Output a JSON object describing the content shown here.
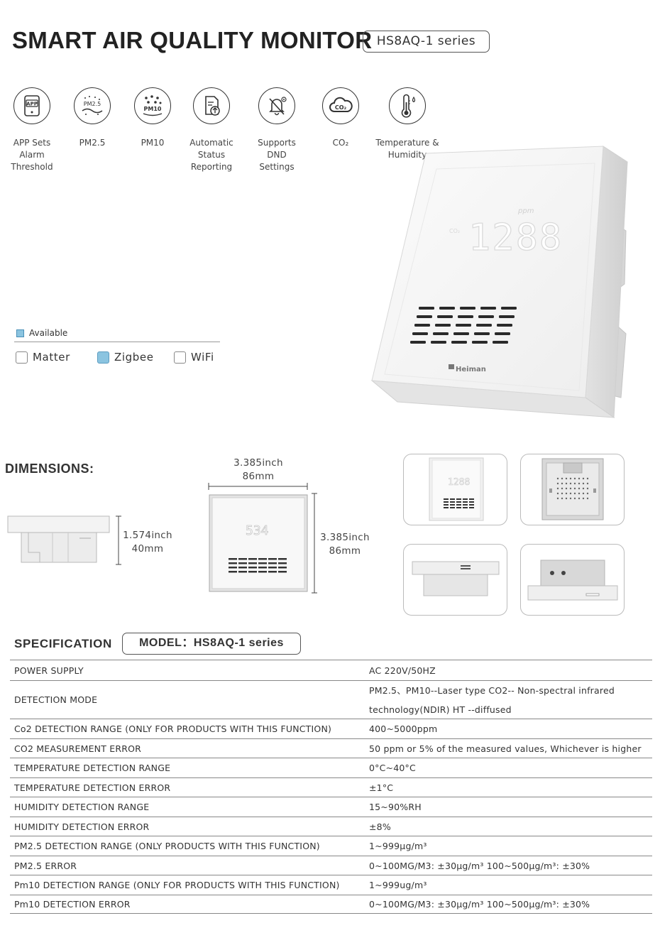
{
  "header": {
    "title": "SMART AIR QUALITY MONITOR",
    "series": "HS8AQ-1  series"
  },
  "features": [
    {
      "icon": "app-phone-icon",
      "label": "APP Sets\nAlarm\nThreshold",
      "icon_text": "APP"
    },
    {
      "icon": "pm25-icon",
      "label": "PM2.5",
      "icon_text": "PM2.5"
    },
    {
      "icon": "pm10-icon",
      "label": "PM10",
      "icon_text": "PM10"
    },
    {
      "icon": "report-upload-icon",
      "label": "Automatic\nStatus\nReporting"
    },
    {
      "icon": "bell-off-icon",
      "label": "Supports\nDND\nSettings"
    },
    {
      "icon": "co2-cloud-icon",
      "label": "CO₂",
      "icon_text": "CO₂"
    },
    {
      "icon": "thermometer-icon",
      "label": "Temperature &\nHumidity"
    }
  ],
  "availability": {
    "legend": "Available",
    "protocols": [
      {
        "name": "Matter",
        "available": false
      },
      {
        "name": "Zigbee",
        "available": true
      },
      {
        "name": "WiFi",
        "available": false
      }
    ]
  },
  "device_display": {
    "unit": "ppm",
    "gas_label": "CO₂",
    "reading": "1288",
    "brand": "Heiman"
  },
  "dimensions": {
    "title": "DIMENSIONS:",
    "width_inch": "3.385inch",
    "width_mm": "86mm",
    "depth_inch": "1.574inch",
    "depth_mm": "40mm",
    "height_inch": "3.385inch",
    "height_mm": "86mm",
    "front_reading": "534"
  },
  "specification": {
    "title": "SPECIFICATION",
    "model": "MODEL：HS8AQ-1  series",
    "rows": [
      {
        "key": "POWER SUPPLY",
        "value": "AC 220V/50HZ"
      },
      {
        "key": "DETECTION MODE",
        "value": "PM2.5、PM10--Laser type     CO2-- Non-spectral infrared",
        "value2": "technology(NDIR)     HT --diffused"
      },
      {
        "key": "Co2 DETECTION RANGE (ONLY FOR PRODUCTS WITH THIS FUNCTION)",
        "value": "400~5000ppm"
      },
      {
        "key": "CO2 MEASUREMENT ERROR",
        "value": "50 ppm or 5% of the measured values, Whichever is higher"
      },
      {
        "key": "TEMPERATURE DETECTION RANGE",
        "value": "0°C~40°C"
      },
      {
        "key": "TEMPERATURE DETECTION ERROR",
        "value": "±1°C"
      },
      {
        "key": "HUMIDITY DETECTION RANGE",
        "value": "15~90%RH"
      },
      {
        "key": "HUMIDITY DETECTION ERROR",
        "value": "±8%"
      },
      {
        "key": "PM2.5 DETECTION RANGE (ONLY PRODUCTS WITH THIS FUNCTION)",
        "value": "1~999μg/m³"
      },
      {
        "key": "PM2.5 ERROR",
        "value": "0~100MG/M3: ±30μg/m³     100~500μg/m³: ±30%"
      },
      {
        "key": "Pm10 DETECTION RANGE (ONLY FOR PRODUCTS WITH THIS FUNCTION)",
        "value": "1~999ug/m³"
      },
      {
        "key": "Pm10 DETECTION ERROR",
        "value": "0~100MG/M3: ±30μg/m³     100~500μg/m³: ±30%"
      }
    ]
  }
}
